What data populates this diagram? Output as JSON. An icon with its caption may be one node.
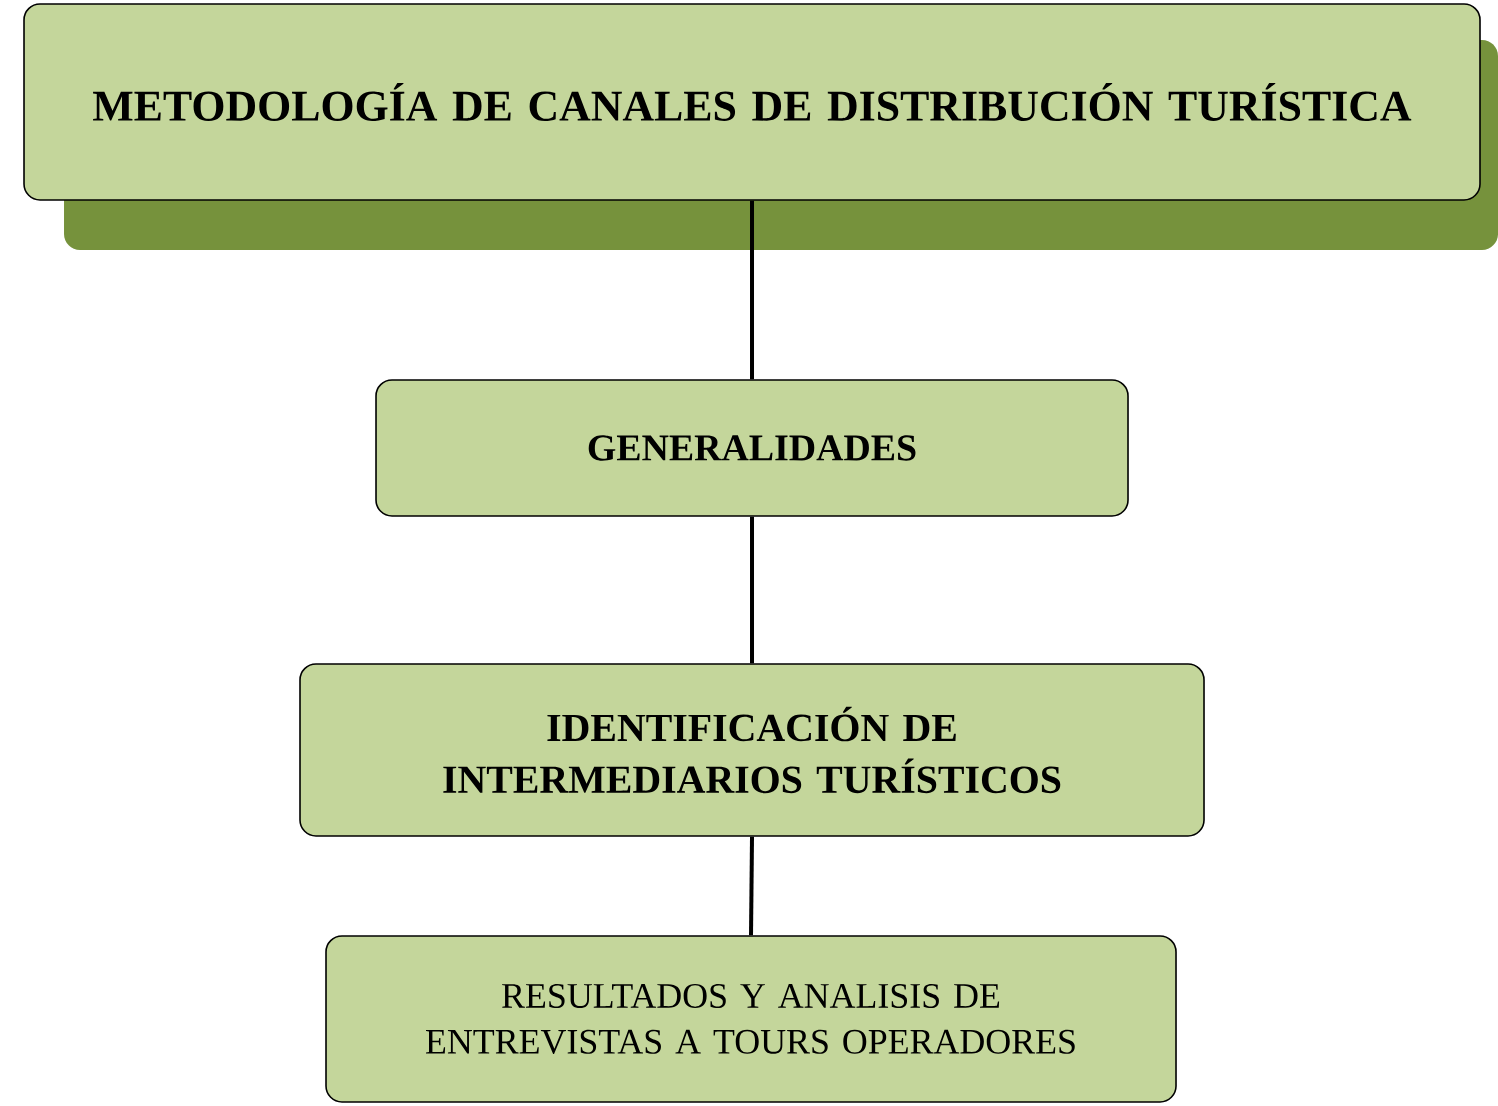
{
  "diagram": {
    "nodes": [
      {
        "text": [
          "METODOLOGÍA DE CANALES DE DISTRIBUCIÓN TURÍSTICA"
        ]
      },
      {
        "text": [
          "GENERALIDADES"
        ]
      },
      {
        "text": [
          "IDENTIFICACIÓN DE INTERMEDIARIOS TURÍSTICOS"
        ]
      },
      {
        "text": [
          "RESULTADOS Y ANALISIS DE ENTREVISTAS A TOURS OPERADORES"
        ]
      }
    ],
    "edges": [
      {
        "from": 0,
        "to": 1,
        "arrow": "none"
      },
      {
        "from": 1,
        "to": 2,
        "arrow": "none"
      },
      {
        "from": 2,
        "to": 3,
        "arrow": "none"
      }
    ]
  }
}
